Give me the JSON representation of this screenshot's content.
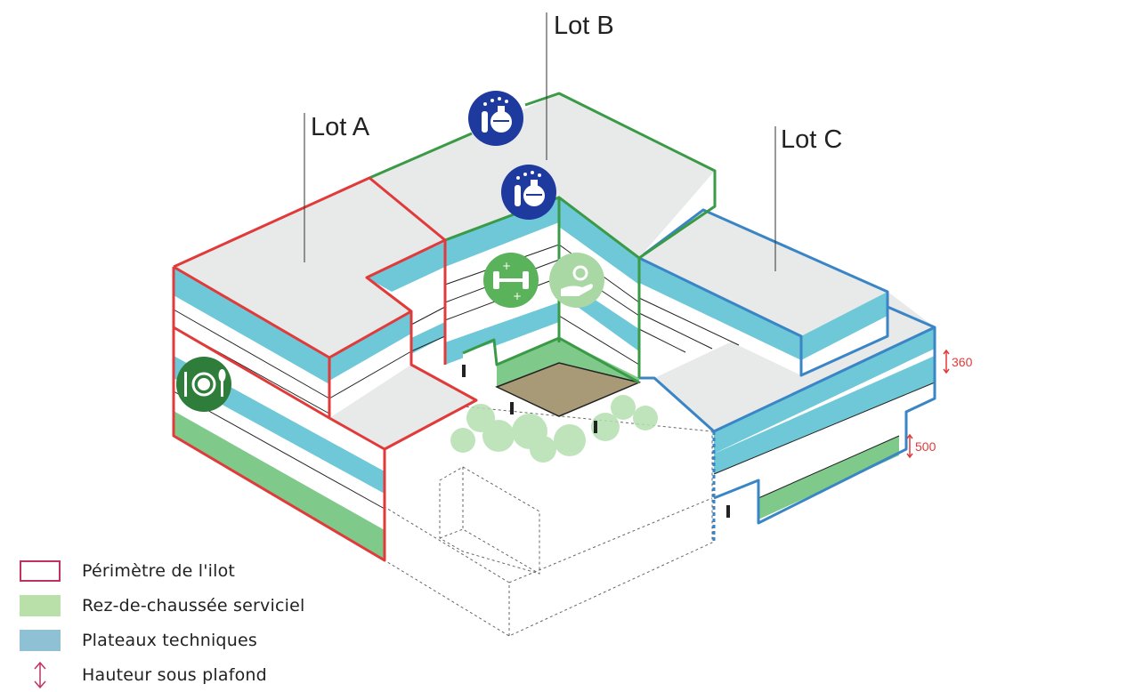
{
  "lots": [
    {
      "label": "Lot A",
      "color": "#e03a3a"
    },
    {
      "label": "Lot B",
      "color": "#3a9a45"
    },
    {
      "label": "Lot C",
      "color": "#3a85c6"
    }
  ],
  "dimensions": [
    {
      "label": "360"
    },
    {
      "label": "500"
    }
  ],
  "icons": {
    "laboratory": "laboratory-flask-icon",
    "sport": "dumbbell-icon",
    "services": "hand-gear-icon",
    "restaurant": "plate-cutlery-icon"
  },
  "legend": [
    {
      "label": "Périmètre de l'ilot",
      "icon": "outline-swatch",
      "color": "#c0335e"
    },
    {
      "label": "Rez-de-chaussée serviciel",
      "icon": "filled-swatch",
      "color": "#b9e0a8"
    },
    {
      "label": "Plateaux techniques",
      "icon": "filled-swatch",
      "color": "#8fc1d4"
    },
    {
      "label": "Hauteur sous plafond",
      "icon": "double-arrow-icon",
      "color": "#c0335e"
    }
  ],
  "colors": {
    "roof": "#e8e9e9",
    "technical_floor": "#6ec8d8",
    "ground_service": "#7fc98a",
    "courtyard": "#a89a76",
    "dimension": "#e03a3a",
    "lab_icon": "#1f3a9e",
    "sport_icon": "#5ab25a",
    "service_icon": "#a9d8a4",
    "restaurant_icon": "#2e7d3a"
  }
}
